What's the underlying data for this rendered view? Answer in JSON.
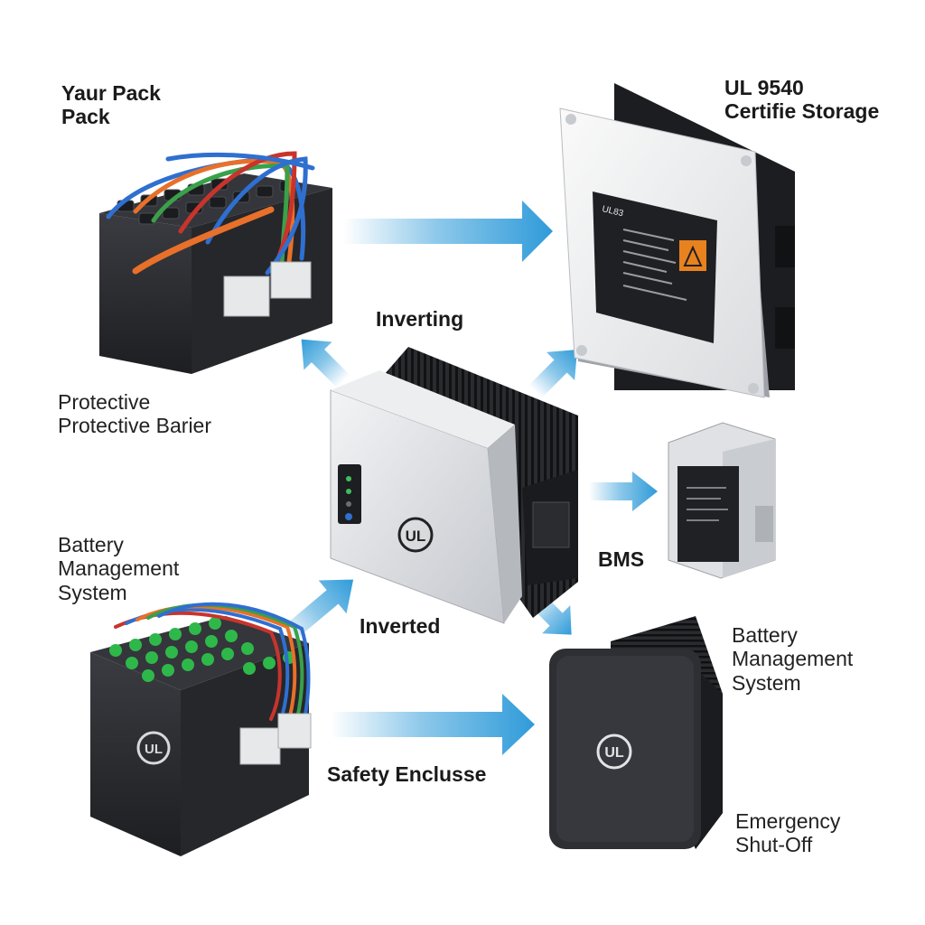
{
  "labels": {
    "pack_title": "Yaur Pack\nPack",
    "storage_title": "UL 9540\nCertifie Storage",
    "inverting": "Inverting",
    "protective": "Protective\nProtective Barier",
    "bms": "BMS",
    "bms_left": "Battery\nManagement\nSystem",
    "inverted": "Inverted",
    "bms_right": "Battery\nManagement\nSystem",
    "safety_enclosure": "Safety Enclusse",
    "emergency": "Emergency\nShut-Off"
  },
  "marks": {
    "ul": "UL",
    "storage_label_code": "UL83"
  },
  "colors": {
    "arrow_blue": "#2f9bd9",
    "battery_black": "#2b2d31",
    "inverter_silver": "#d9dbde",
    "heatsink_dark": "#1e1f22",
    "cable_orange": "#e8702a",
    "cable_blue": "#2f6fd0",
    "cable_green": "#3aa04a",
    "cable_red": "#c8342c",
    "terminal_green": "#2fb84a",
    "warning_orange": "#e8821e"
  },
  "icons": [
    "ul-logo-icon",
    "warning-icon",
    "arrow-icon"
  ]
}
